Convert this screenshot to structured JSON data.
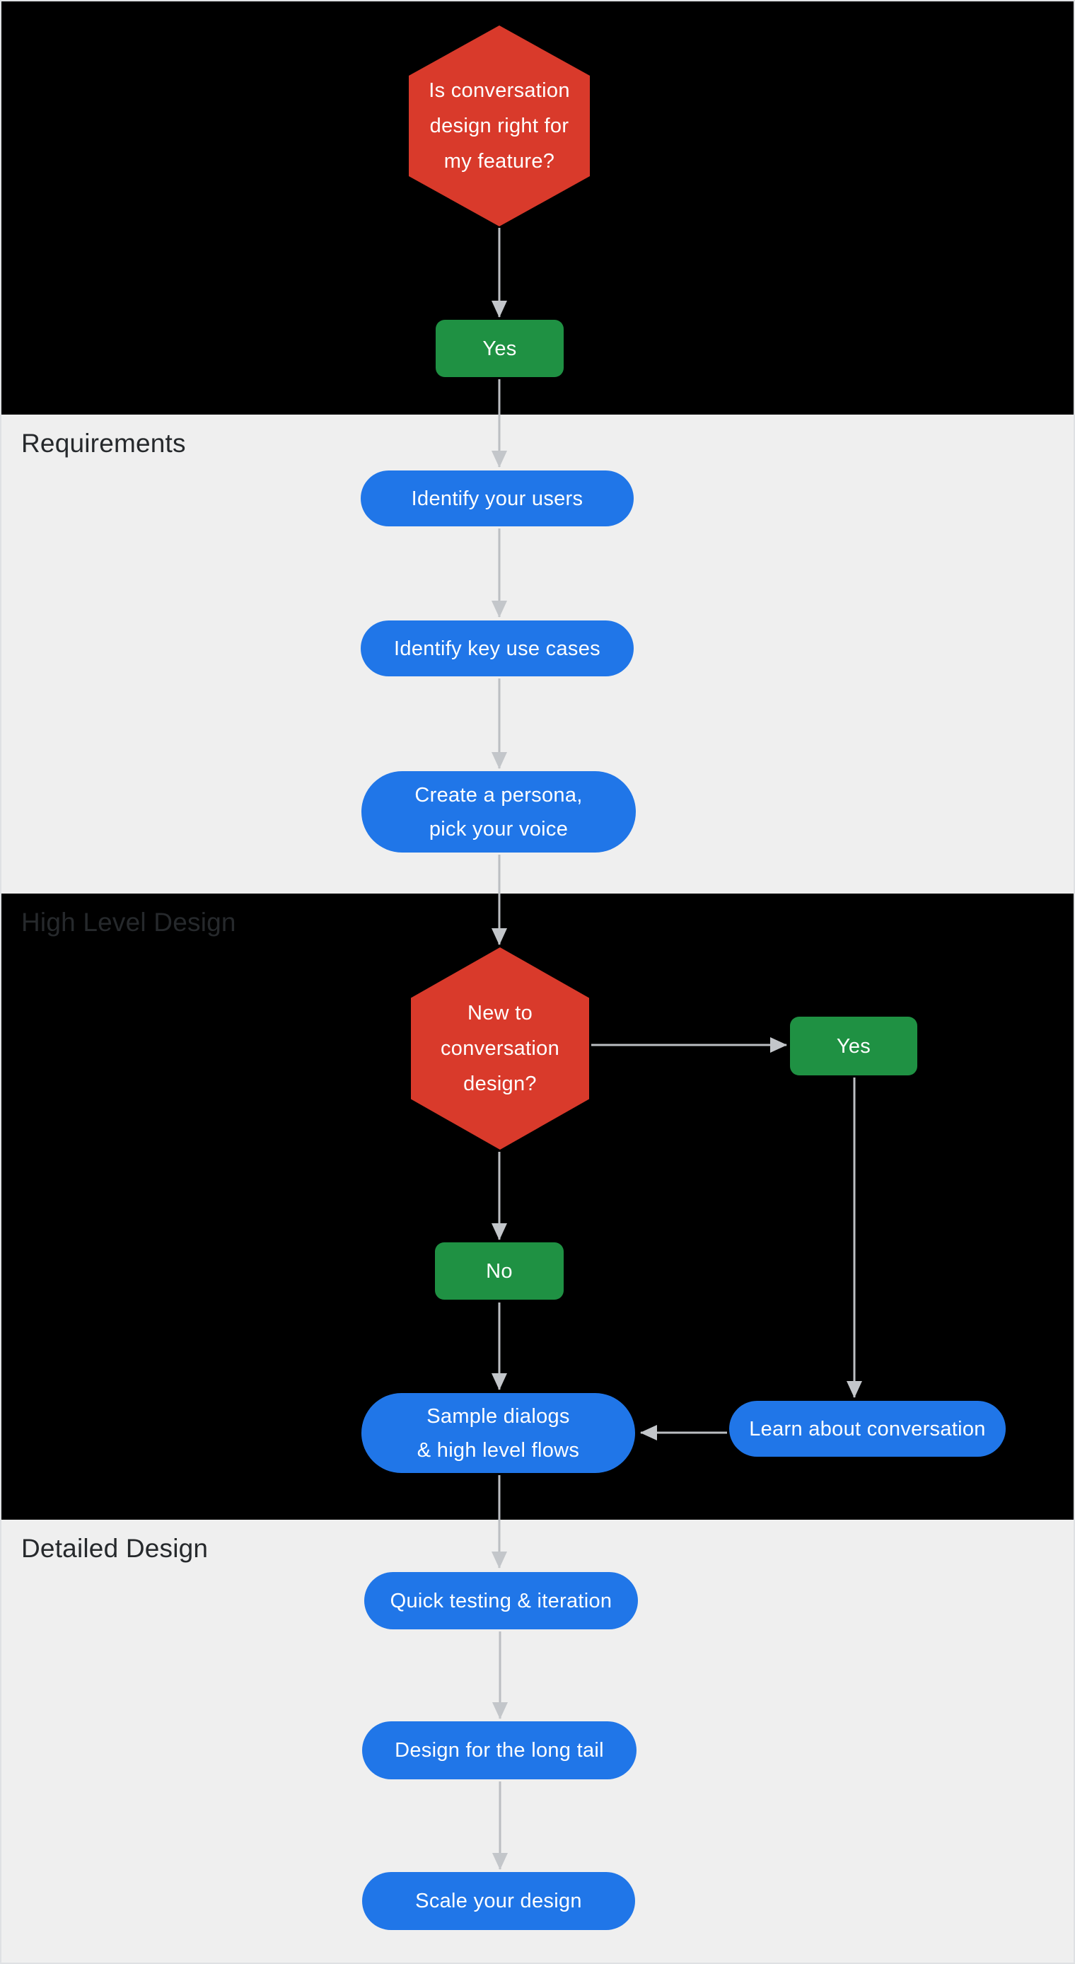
{
  "colors": {
    "canvas_border": "#dfe1e4",
    "section_dark_bg": "#000000",
    "section_light_bg": "#efefef",
    "decision_red": "#d93a2b",
    "answer_green": "#1f9143",
    "step_blue": "#2076e8",
    "arrow_gray": "#bbbec2",
    "arrowhead_gray": "#c3c6ca",
    "label_dark": "#26292c",
    "node_text": "#ffffff"
  },
  "sections": {
    "requirements": {
      "label": "Requirements"
    },
    "high_level_design": {
      "label": "High Level Design"
    },
    "detailed_design": {
      "label": "Detailed Design"
    }
  },
  "nodes": {
    "decision_right_for_feature": {
      "lines": [
        "Is conversation",
        "design right for",
        "my feature?"
      ]
    },
    "yes_top": {
      "label": "Yes"
    },
    "identify_users": {
      "label": "Identify your users"
    },
    "identify_use_cases": {
      "label": "Identify key use cases"
    },
    "create_persona": {
      "lines": [
        "Create a persona,",
        "pick your voice"
      ]
    },
    "decision_new_to_cd": {
      "lines": [
        "New to",
        "conversation",
        "design?"
      ]
    },
    "yes_right": {
      "label": "Yes"
    },
    "no_center": {
      "label": "No"
    },
    "sample_dialogs": {
      "lines": [
        "Sample dialogs",
        "& high level flows"
      ]
    },
    "learn_about_conversation": {
      "label": "Learn about conversation"
    },
    "quick_testing": {
      "label": "Quick testing & iteration"
    },
    "design_long_tail": {
      "label": "Design for the long tail"
    },
    "scale_design": {
      "label": "Scale your design"
    }
  }
}
